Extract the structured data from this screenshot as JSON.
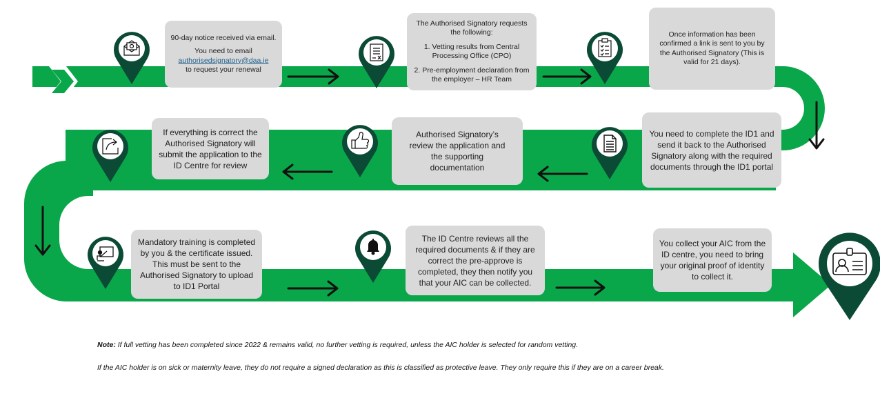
{
  "colors": {
    "track": "#0aa64a",
    "pin": "#0b4a35",
    "box": "#d9d9d9",
    "arrow": "#111111"
  },
  "icons": [
    "email-icon",
    "document-x-icon",
    "clipboard-checklist-icon",
    "document-icon",
    "thumbs-up-icon",
    "share-icon",
    "bell-icon",
    "training-screen-icon",
    "id-card-icon"
  ],
  "steps": {
    "s1": {
      "line1": "90-day notice received via email.",
      "line2": "You need to email",
      "email": "authorisedsignatory@daa.ie",
      "line3": "to request your  renewal"
    },
    "s2": {
      "intro": "The Authorised Signatory requests the following:",
      "item1": "1. Vetting results from Central Processing Office (CPO)",
      "item2": "2. Pre-employment declaration from the employer – HR Team"
    },
    "s3": {
      "text": "Once information has been confirmed a link is sent to you by the Authorised Signatory (This is valid for 21 days)."
    },
    "s4": {
      "text": "You need to complete the ID1 and send it back to the Authorised Signatory along with the required documents through the ID1 portal"
    },
    "s5": {
      "text": "Authorised Signatory’s review the application and the supporting documentation"
    },
    "s6": {
      "text": "If everything is correct the Authorised Signatory will submit the application to the ID Centre for review"
    },
    "s7": {
      "text": "Mandatory training is completed by you & the certificate issued. This must be sent to the Authorised Signatory to upload to ID1 Portal"
    },
    "s8": {
      "text": "The ID Centre reviews all the required documents & if they are correct the pre-approve is completed, they then notify you that your AIC can be collected."
    },
    "s9": {
      "text": "You collect your AIC from the ID centre, you need to bring your original proof of identity to collect it."
    }
  },
  "notes": {
    "note_label": "Note:",
    "note1": " If full vetting has been completed since 2022 & remains valid, no further vetting is required, unless the AIC holder is selected for random vetting.",
    "note2": "If the AIC holder is on sick or maternity leave, they do not require a signed declaration as this is classified as protective leave. They only require this if they are on a career break."
  }
}
